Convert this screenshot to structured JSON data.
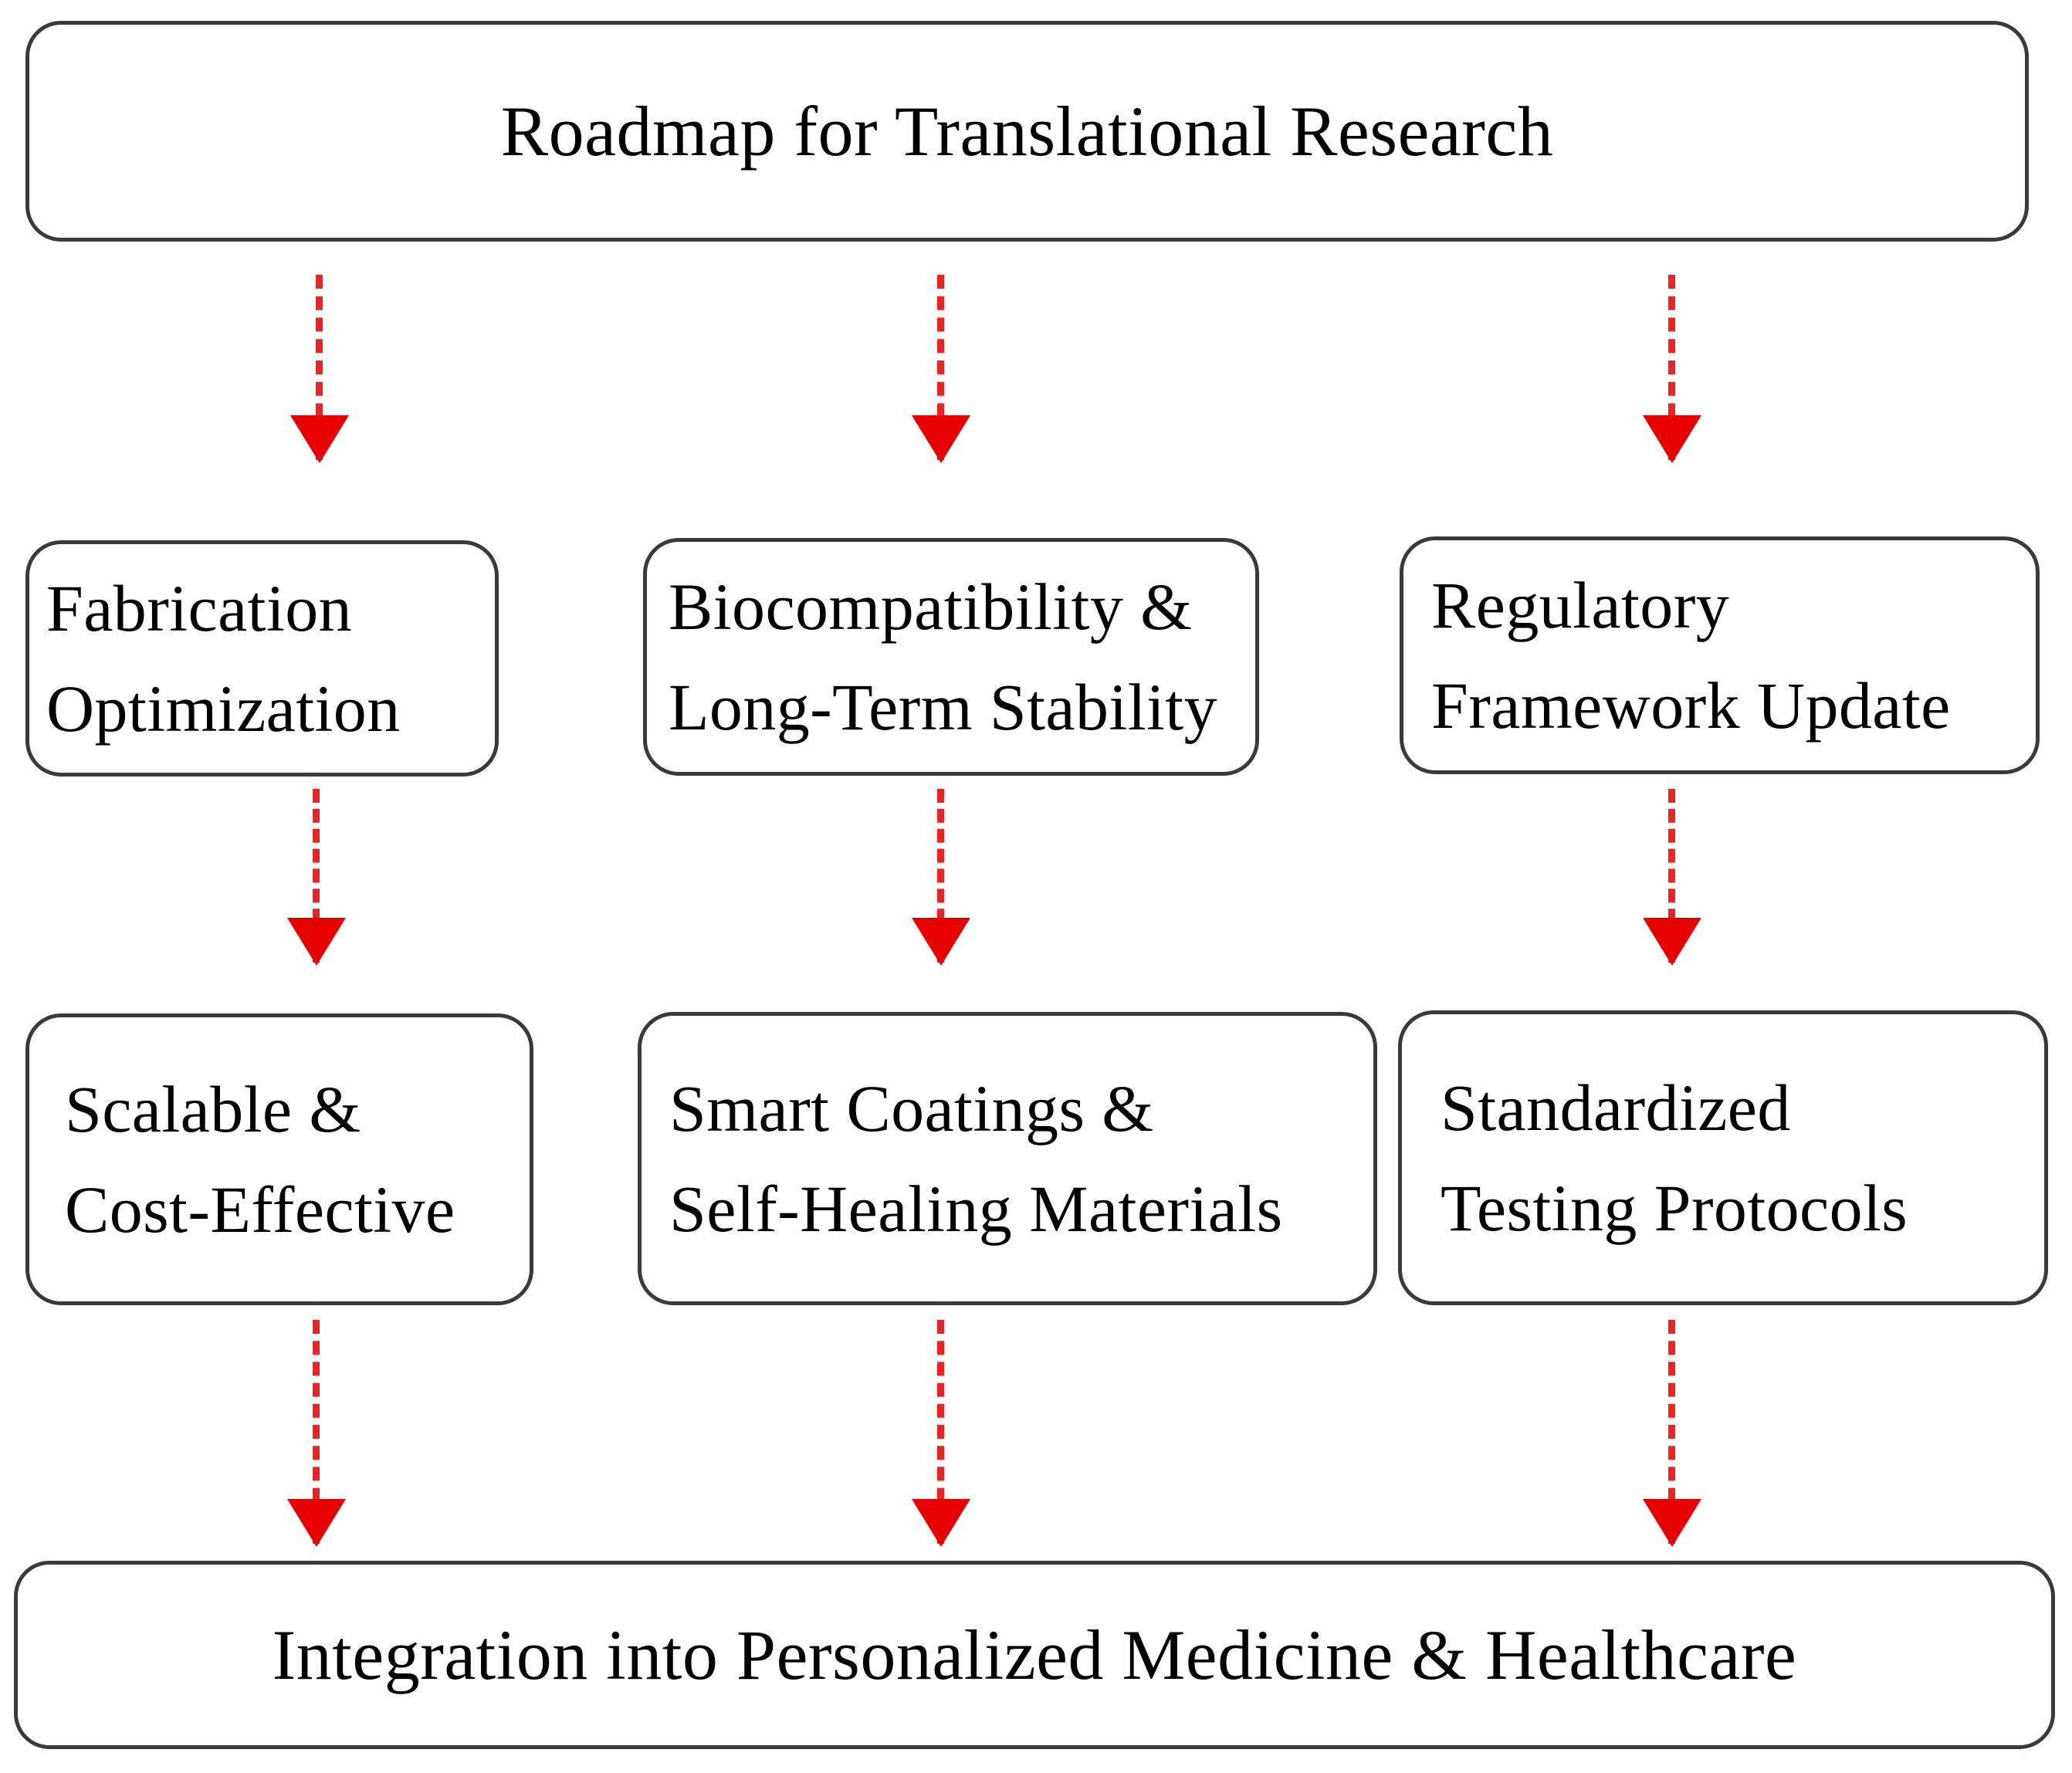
{
  "diagram": {
    "title": "Roadmap for Translational Research",
    "accent_color": "#e60000",
    "box_border_color": "#3b3a39",
    "background_color": "#ffffff",
    "title_node": {
      "label": "Roadmap for Translational Research"
    },
    "row1": [
      {
        "line1": "Fabrication",
        "line2": "Optimization"
      },
      {
        "line1": "Biocompatibility  &",
        "line2": "Long-Term Stability"
      },
      {
        "line1": "Regulatory",
        "line2": "Framework Update"
      }
    ],
    "row2": [
      {
        "line1": "Scalable  &",
        "line2": "Cost-Effective"
      },
      {
        "line1": "Smart Coatings  &",
        "line2": "Self-Healing Materials"
      },
      {
        "line1": "Standardized",
        "line2": "Testing Protocols"
      }
    ],
    "outcome_node": {
      "label": "Integration  into Personalized Medicine  & Healthcare"
    },
    "connectors": {
      "style": "dashed",
      "color": "#e60000",
      "direction": "down",
      "count": 9
    }
  }
}
